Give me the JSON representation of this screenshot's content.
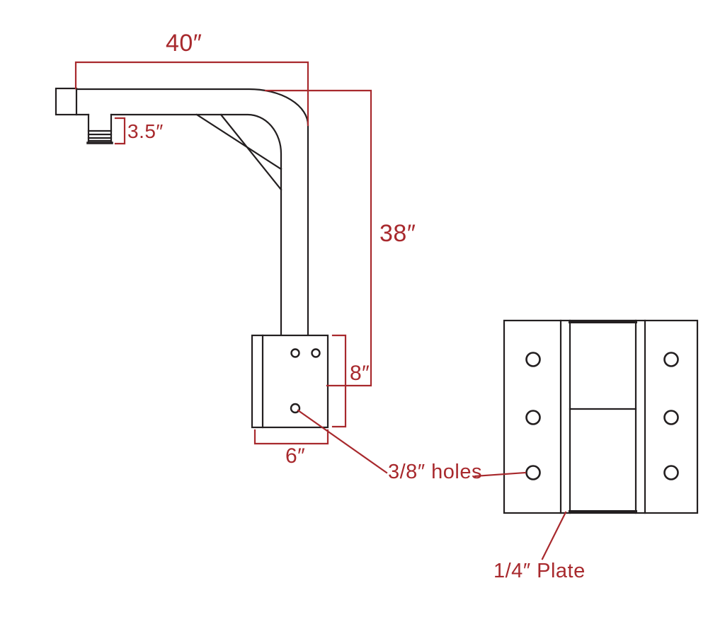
{
  "drawing": {
    "type": "technical-drawing",
    "views": {
      "side_view": "bracket arm side profile with mounting plate",
      "front_view": "mounting plate face with bolt holes"
    },
    "colors": {
      "dimension_red": "#a8292d",
      "line_black": "#231f20",
      "background": "#ffffff"
    },
    "dims": {
      "d40": {
        "label": "40″",
        "meaning": "arm horizontal length"
      },
      "d35": {
        "label": "3.5″",
        "meaning": "tenon drop length"
      },
      "d38": {
        "label": "38″",
        "meaning": "vertical drop height"
      },
      "d8": {
        "label": "8″",
        "meaning": "plate height"
      },
      "d6": {
        "label": "6″",
        "meaning": "plate width"
      }
    },
    "notes": {
      "holes": {
        "label": "3/8″ holes"
      },
      "plate": {
        "label": "1/4″ Plate"
      }
    },
    "hole_counts": {
      "side_view_plate": 3,
      "front_view_plate": 6
    }
  }
}
